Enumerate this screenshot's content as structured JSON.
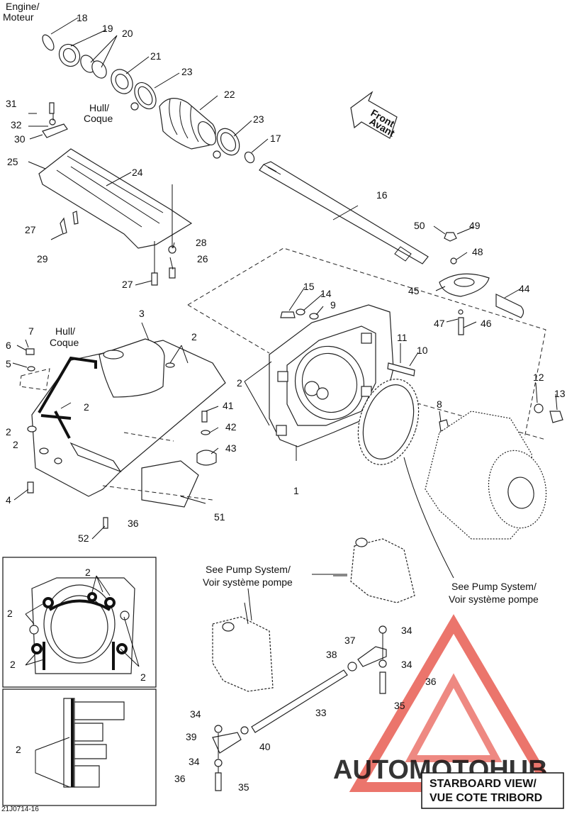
{
  "diagram": {
    "doc_code": "21J0714-16",
    "view_label": {
      "line1": "STARBOARD VIEW/",
      "line2": "VUE COTE TRIBORD"
    },
    "notes": {
      "engine": {
        "line1": "Engine/",
        "line2": "Moteur"
      },
      "hull_top": {
        "line1": "Hull/",
        "line2": "Coque"
      },
      "hull_mid": {
        "line1": "Hull/",
        "line2": "Coque"
      },
      "front": {
        "line1": "Front",
        "line2": "Avant"
      },
      "see_pump_1": {
        "line1": "See Pump System/",
        "line2": "Voir système pompe"
      },
      "see_pump_2": {
        "line1": "See Pump System/",
        "line2": "Voir système pompe"
      }
    },
    "callouts": [
      {
        "id": "c18",
        "label": "18"
      },
      {
        "id": "c19",
        "label": "19"
      },
      {
        "id": "c20",
        "label": "20"
      },
      {
        "id": "c21",
        "label": "21"
      },
      {
        "id": "c22",
        "label": "22"
      },
      {
        "id": "c23a",
        "label": "23"
      },
      {
        "id": "c23b",
        "label": "23"
      },
      {
        "id": "c17",
        "label": "17"
      },
      {
        "id": "c16",
        "label": "16"
      },
      {
        "id": "c24",
        "label": "24"
      },
      {
        "id": "c31",
        "label": "31"
      },
      {
        "id": "c32",
        "label": "32"
      },
      {
        "id": "c30",
        "label": "30"
      },
      {
        "id": "c25",
        "label": "25"
      },
      {
        "id": "c27a",
        "label": "27"
      },
      {
        "id": "c29",
        "label": "29"
      },
      {
        "id": "c28",
        "label": "28"
      },
      {
        "id": "c26",
        "label": "26"
      },
      {
        "id": "c27b",
        "label": "27"
      },
      {
        "id": "c50",
        "label": "50"
      },
      {
        "id": "c49",
        "label": "49"
      },
      {
        "id": "c48",
        "label": "48"
      },
      {
        "id": "c45",
        "label": "45"
      },
      {
        "id": "c44",
        "label": "44"
      },
      {
        "id": "c47",
        "label": "47"
      },
      {
        "id": "c46",
        "label": "46"
      },
      {
        "id": "c15",
        "label": "15"
      },
      {
        "id": "c14",
        "label": "14"
      },
      {
        "id": "c9",
        "label": "9"
      },
      {
        "id": "c3",
        "label": "3"
      },
      {
        "id": "c7",
        "label": "7"
      },
      {
        "id": "c6",
        "label": "6"
      },
      {
        "id": "c5",
        "label": "5"
      },
      {
        "id": "c2a",
        "label": "2"
      },
      {
        "id": "c2b",
        "label": "2"
      },
      {
        "id": "c2c",
        "label": "2"
      },
      {
        "id": "c2d",
        "label": "2"
      },
      {
        "id": "c2e",
        "label": "2"
      },
      {
        "id": "c11",
        "label": "11"
      },
      {
        "id": "c10",
        "label": "10"
      },
      {
        "id": "c12",
        "label": "12"
      },
      {
        "id": "c13",
        "label": "13"
      },
      {
        "id": "c8",
        "label": "8"
      },
      {
        "id": "c41",
        "label": "41"
      },
      {
        "id": "c42",
        "label": "42"
      },
      {
        "id": "c43",
        "label": "43"
      },
      {
        "id": "c4",
        "label": "4"
      },
      {
        "id": "c1",
        "label": "1"
      },
      {
        "id": "c51",
        "label": "51"
      },
      {
        "id": "c52",
        "label": "52"
      },
      {
        "id": "c36a",
        "label": "36"
      },
      {
        "id": "c34a",
        "label": "34"
      },
      {
        "id": "c37",
        "label": "37"
      },
      {
        "id": "c38",
        "label": "38"
      },
      {
        "id": "c34b",
        "label": "34"
      },
      {
        "id": "c36b",
        "label": "36"
      },
      {
        "id": "c35a",
        "label": "35"
      },
      {
        "id": "c33",
        "label": "33"
      },
      {
        "id": "c34c",
        "label": "34"
      },
      {
        "id": "c39",
        "label": "39"
      },
      {
        "id": "c40",
        "label": "40"
      },
      {
        "id": "c34d",
        "label": "34"
      },
      {
        "id": "c36c",
        "label": "36"
      },
      {
        "id": "c35b",
        "label": "35"
      },
      {
        "id": "c2f",
        "label": "2"
      },
      {
        "id": "c2g",
        "label": "2"
      },
      {
        "id": "c2h",
        "label": "2"
      },
      {
        "id": "c2i",
        "label": "2"
      },
      {
        "id": "c2j",
        "label": "2"
      }
    ],
    "watermark": {
      "text": "AUTOMOTOHUB",
      "color_red": "#e23b2e",
      "color_orange": "#f2a33a",
      "color_grey": "#6d6d6d"
    }
  }
}
